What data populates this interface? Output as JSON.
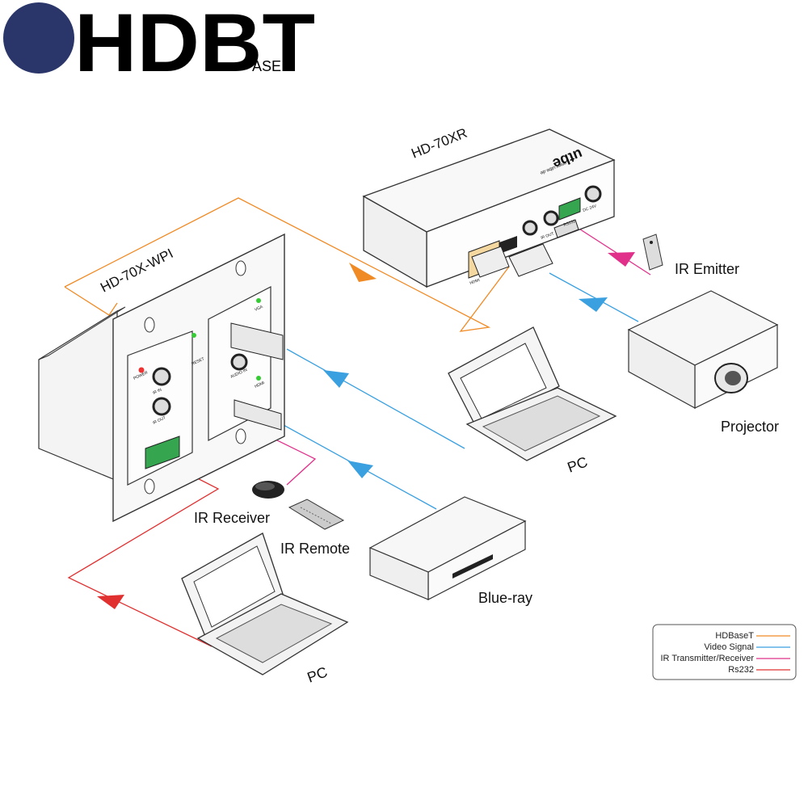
{
  "logo": {
    "text": "HDBT",
    "suffix": "ASE",
    "circle_color": "#2a3569"
  },
  "devices": {
    "transmitter": "HD-70X-WPI",
    "receiver": "HD-70XR",
    "receiver_face_text": "utbe",
    "receiver_website": "www.utbe.de",
    "receiver_port_hdmi": "HDMI",
    "receiver_port_dc": "DC 24V",
    "receiver_port_rs232": "RS232",
    "receiver_port_ir_out": "IR OUT",
    "tx_power": "POWER",
    "tx_reset": "RESET",
    "tx_vga": "VGA",
    "tx_hdmi": "HDMI",
    "tx_audio_in": "AUDIO IN",
    "tx_ir_in": "IR IN",
    "tx_ir_out": "IR OUT"
  },
  "labels": {
    "ir_emitter": "IR Emitter",
    "projector": "Projector",
    "pc_top": "PC",
    "ir_receiver": "IR Receiver",
    "ir_remote": "IR Remote",
    "blueray": "Blue-ray",
    "pc_bottom": "PC"
  },
  "legend": {
    "items": [
      {
        "label": "HDBaseT",
        "color": "#f08a24"
      },
      {
        "label": "Video Signal",
        "color": "#3aa0e0"
      },
      {
        "label": "IR Transmitter/Receiver",
        "color": "#e0308a"
      },
      {
        "label": "Rs232",
        "color": "#e03030"
      }
    ]
  },
  "colors": {
    "hdbaset": "#f08a24",
    "video": "#3aa0e0",
    "ir": "#e0308a",
    "rs232": "#e03030",
    "device_stroke": "#333333"
  }
}
